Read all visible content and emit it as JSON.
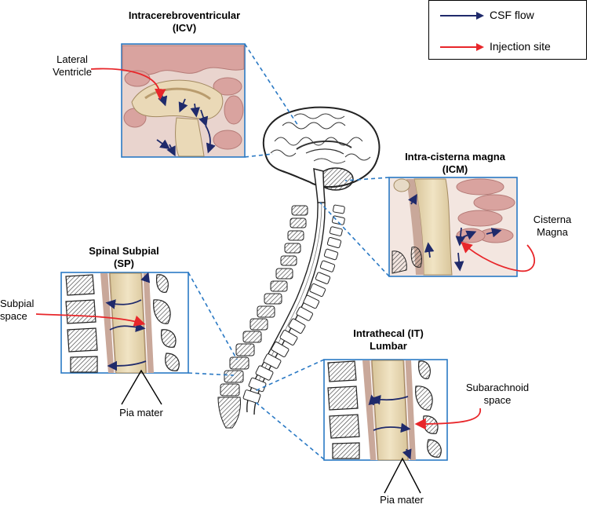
{
  "legend": {
    "csf_flow": "CSF flow",
    "injection_site": "Injection site"
  },
  "panels": {
    "icv": {
      "title_line1": "Intracerebroventricular",
      "title_line2": "(ICV)",
      "callout_line1": "Lateral",
      "callout_line2": "Ventricle"
    },
    "icm": {
      "title_line1": "Intra-cisterna magna",
      "title_line2": "(ICM)",
      "callout_line1": "Cisterna",
      "callout_line2": "Magna"
    },
    "sp": {
      "title_line1": "Spinal Subpial",
      "title_line2": "(SP)",
      "callout_line1": "Subpial",
      "callout_line2": "space",
      "membrane_label": "Pia mater"
    },
    "it": {
      "title_line1": "Intrathecal (IT)",
      "title_line2": "Lumbar",
      "callout_line1": "Subarachnoid",
      "callout_line2": "space",
      "membrane_label": "Pia mater"
    }
  },
  "colors": {
    "csf_arrow": "#1f2a6b",
    "injection_arrow": "#e8262a",
    "panel_border": "#2a79c4",
    "dashed_connector": "#2a79c4",
    "brain_tissue": "#d9a39f",
    "cord": "#e6d6b0",
    "meninges": "#c9a89a"
  }
}
